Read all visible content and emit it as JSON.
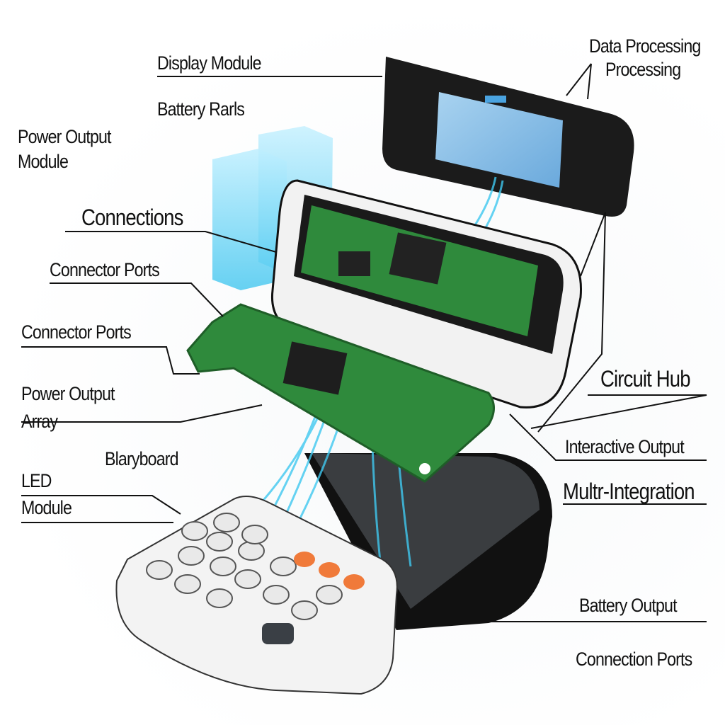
{
  "labels": {
    "display_module": "Display Module",
    "data_processing": "Data Processing",
    "processing": "Processing",
    "battery_rarls": "Battery Rarls",
    "power_output_module_1": "Power Output",
    "power_output_module_2": "Module",
    "connections": "Connections",
    "connector_ports_1": "Connector Ports",
    "connector_ports_2": "Connector Ports",
    "power_output_array_1": "Power Output",
    "power_output_array_2": "Array",
    "blaryboard": "Blaryboard",
    "led_module_1": "LED",
    "led_module_2": "Module",
    "circuit_hub": "Circuit Hub",
    "interactive_output": "Interactive Output",
    "multi_integration": "Multr-Integration",
    "battery_output": "Battery Output",
    "connection_ports": "Connection Ports"
  },
  "colors": {
    "pcb": "#2f8a3c",
    "glow": "#3fc8f0",
    "screen": "#8fc4ea",
    "shell": "#1a1a1a"
  }
}
